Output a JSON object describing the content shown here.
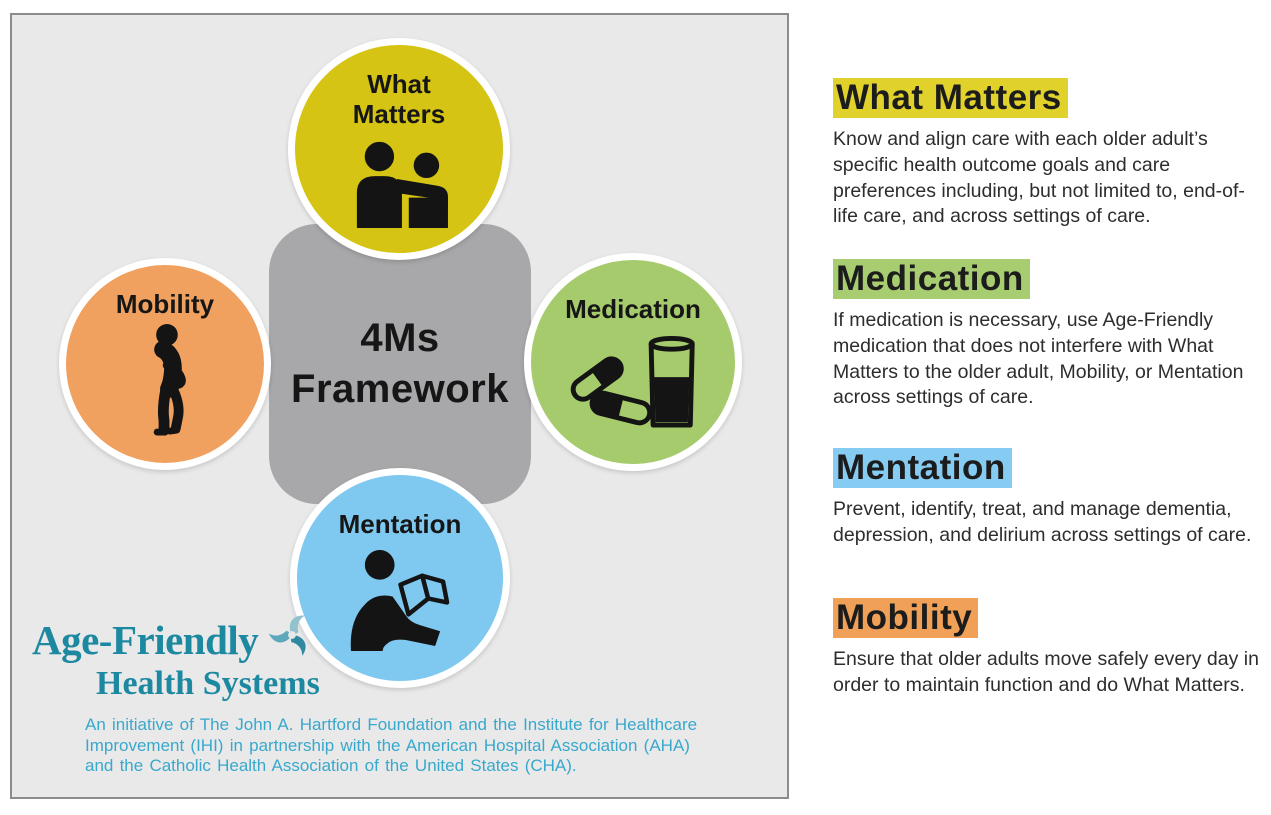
{
  "diagram": {
    "panel_bg": "#e9e9e9",
    "panel_border": "#8c8c8c",
    "center_title": "4Ms\nFramework",
    "center_color": "#a8a8aa",
    "circles": [
      {
        "label": "What\nMatters",
        "icon": "two-people-icon",
        "color": "#d5c413"
      },
      {
        "label": "Mobility",
        "icon": "walking-person-icon",
        "color": "#f0a05f"
      },
      {
        "label": "Medication",
        "icon": "pills-and-glass-icon",
        "color": "#a6cb6c"
      },
      {
        "label": "Mentation",
        "icon": "person-reading-icon",
        "color": "#7fc9f0"
      }
    ]
  },
  "logo": {
    "line1": "Age-Friendly",
    "line2": "Health Systems",
    "icon": "swirl-icon",
    "color": "#1d89a1"
  },
  "attribution": {
    "text": "An initiative of The John A. Hartford Foundation and the Institute for Healthcare Improvement (IHI) in partnership with the American Hospital Association (AHA) and the Catholic Health Association of the United States (CHA).",
    "color": "#38a8cc"
  },
  "sections": [
    {
      "heading": "What Matters",
      "highlight": "#e0d22b",
      "body": "Know and align care with each older adult’s specific health outcome goals and care preferences including, but not limited to, end-of-life care, and across settings of care."
    },
    {
      "heading": "Medication",
      "highlight": "#a8cd70",
      "body": "If medication is necessary, use Age-Friendly medication that does not interfere with What Matters to the older adult, Mobility, or Mentation across settings of care."
    },
    {
      "heading": "Mentation",
      "highlight": "#85cbf2",
      "body": "Prevent, identify, treat, and manage dementia, depression, and delirium across settings of care."
    },
    {
      "heading": "Mobility",
      "highlight": "#f0a057",
      "body": "Ensure that older adults move safely every day in order to maintain function and do What Matters."
    }
  ]
}
